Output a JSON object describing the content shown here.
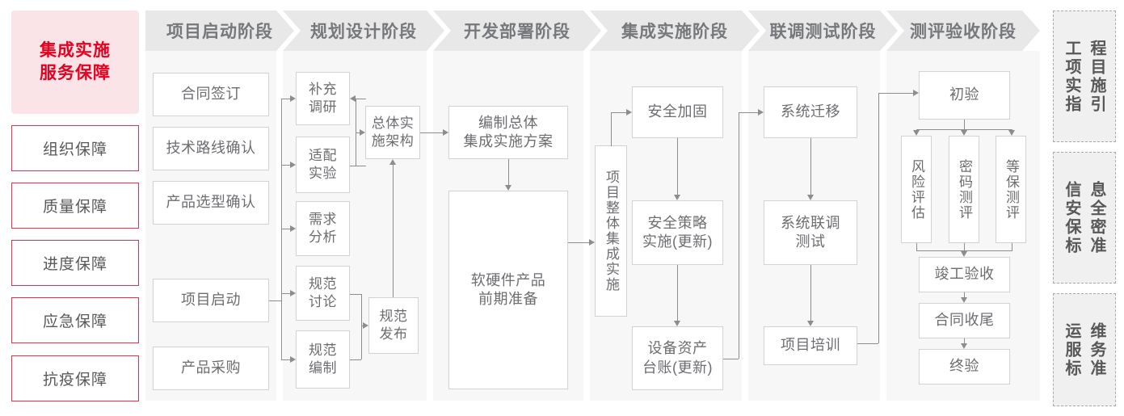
{
  "title": "工程项目实施指引流程图",
  "colors": {
    "brand_red": "#e60020",
    "red_border": "#e8304f",
    "hero_bg": "#fbe4e8",
    "phase_head_bg": "#e8e8e8",
    "phase_col_bg": "#f7f7f7",
    "node_border": "#d2d2d2",
    "connector": "#8d8d8d",
    "text_gray": "#6c6d70"
  },
  "left_sidebar": {
    "hero": {
      "line1": "集成实施",
      "line2": "服务保障"
    },
    "items": [
      {
        "label": "组织保障"
      },
      {
        "label": "质量保障"
      },
      {
        "label": "进度保障"
      },
      {
        "label": "应急保障"
      },
      {
        "label": "抗疫保障"
      }
    ]
  },
  "phases": [
    {
      "id": "p1",
      "header": "项目启动阶段"
    },
    {
      "id": "p2",
      "header": "规划设计阶段"
    },
    {
      "id": "p3",
      "header": "开发部署阶段"
    },
    {
      "id": "p4",
      "header": "集成实施阶段"
    },
    {
      "id": "p5",
      "header": "联调测试阶段"
    },
    {
      "id": "p6",
      "header": "测评验收阶段"
    }
  ],
  "nodes": {
    "p1": [
      {
        "label": "合同签订"
      },
      {
        "label": "技术路线确认"
      },
      {
        "label": "产品选型确认"
      },
      {
        "label": "项目启动"
      },
      {
        "label": "产品采购"
      }
    ],
    "p2": [
      {
        "label": "补充\n调研"
      },
      {
        "label": "适配\n实验"
      },
      {
        "label": "需求\n分析"
      },
      {
        "label": "规范\n讨论"
      },
      {
        "label": "规范\n编制"
      },
      {
        "label": "总体实\n施架构"
      },
      {
        "label": "规范\n发布"
      }
    ],
    "p3": [
      {
        "label": "编制总体\n集成实施方案"
      },
      {
        "label": "软硬件产品\n前期准备"
      }
    ],
    "p4": [
      {
        "label": "项目整体集成实施"
      },
      {
        "label": "安全加固"
      },
      {
        "label": "安全策略\n实施(更新)"
      },
      {
        "label": "设备资产\n台账(更新)"
      }
    ],
    "p5": [
      {
        "label": "系统迁移"
      },
      {
        "label": "系统联调\n测试"
      },
      {
        "label": "项目培训"
      }
    ],
    "p6": [
      {
        "label": "初验"
      },
      {
        "label": "风险评估"
      },
      {
        "label": "密码测评"
      },
      {
        "label": "等保测评"
      },
      {
        "label": "竣工验收"
      },
      {
        "label": "合同收尾"
      },
      {
        "label": "终验"
      }
    ]
  },
  "right_sidebar": [
    {
      "full": "工程项目实施指引",
      "right_col": "程目施引",
      "left_col": "工项实指"
    },
    {
      "full": "信息安全保密标准",
      "right_col": "息全密准",
      "left_col": "信安保标"
    },
    {
      "full": "运维服务标准",
      "right_col": "维务准",
      "left_col": "运服标"
    }
  ]
}
